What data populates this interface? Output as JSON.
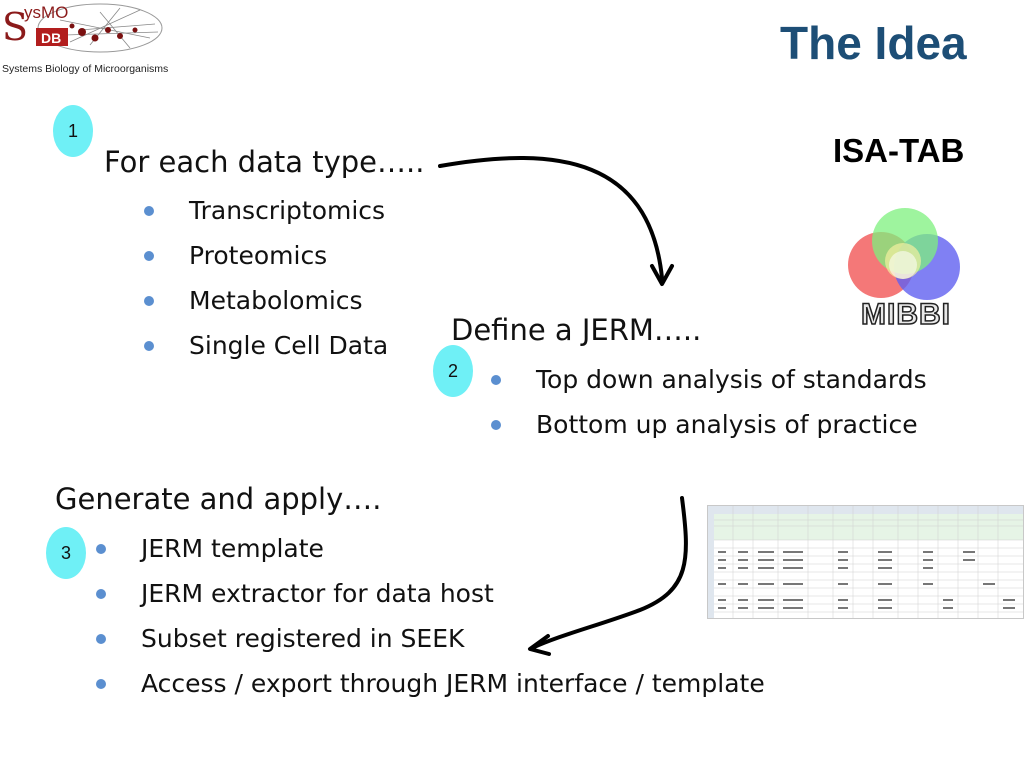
{
  "logo": {
    "letters": "SysMO",
    "db": "DB",
    "tagline": "Systems Biology of Microorganisms"
  },
  "slide": {
    "title": "The Idea",
    "isa_tab": "ISA-TAB",
    "mibbi_label": "MIBBI"
  },
  "section1": {
    "badge": "1",
    "heading": "For each data type…..",
    "items": [
      "Transcriptomics",
      "Proteomics",
      "Metabolomics",
      "Single Cell Data"
    ]
  },
  "section2": {
    "badge": "2",
    "heading": "Define a JERM…..",
    "items": [
      "Top down analysis of standards",
      "Bottom up analysis of practice"
    ]
  },
  "section3": {
    "badge": "3",
    "heading": "Generate and apply….",
    "items": [
      "JERM template",
      "JERM extractor for data host",
      "Subset registered in SEEK",
      "Access / export through JERM interface / template"
    ]
  },
  "colors": {
    "title": "#1d4e76",
    "bullet": "#5b8fd0",
    "badge": "#6ff0f6"
  }
}
